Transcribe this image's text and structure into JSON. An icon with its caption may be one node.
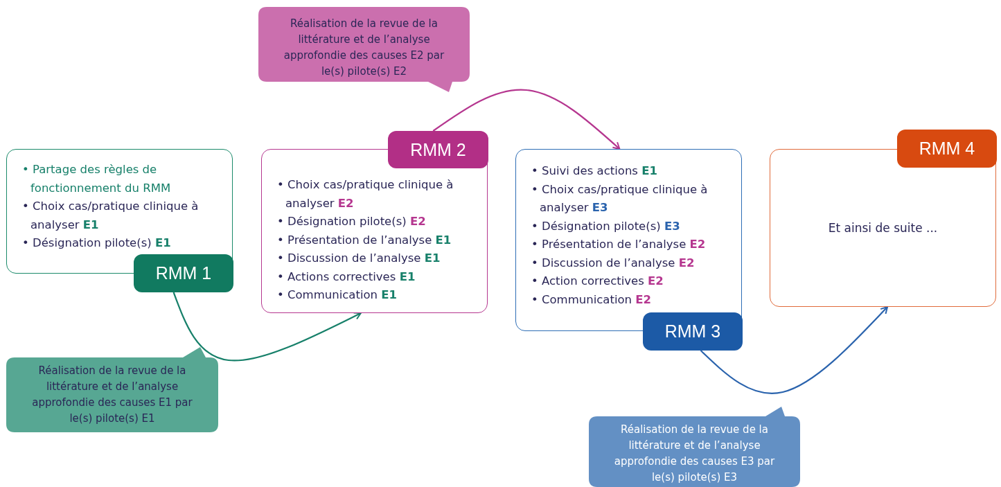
{
  "diagram": {
    "nodes": [
      {
        "text": [
          "Réalisation de la revue de la littérature et de l’analyse approfondie des causes E2 par le(s) pilote(s) E2"
        ]
      },
      {
        "text": [
          "• Partage des règles de fonctionnement du RMM",
          "• Choix cas/pratique clinique à analyser E1",
          "• Désignation pilote(s) E1"
        ]
      },
      {
        "text": [
          "RMM 1"
        ]
      },
      {
        "text": [
          "• Choix cas/pratique clinique à analyser E2",
          "• Désignation pilote(s) E2",
          "• Présentation de l’analyse E1",
          "• Discussion de l’analyse E1",
          "• Actions correctives E1",
          "• Communication E1"
        ]
      },
      {
        "text": [
          "RMM 2"
        ]
      },
      {
        "text": [
          "• Suivi des actions E1",
          "• Choix cas/pratique clinique à analyser E3",
          "• Désignation pilote(s) E3",
          "• Présentation de l’analyse E2",
          "• Discussion de l’analyse E2",
          "• Action correctives E2",
          "• Communication E2"
        ]
      },
      {
        "text": [
          "RMM 3"
        ]
      },
      {
        "text": [
          "Et ainsi de suite ..."
        ]
      },
      {
        "text": [
          "RMM 4"
        ]
      },
      {
        "text": [
          "Réalisation de la revue de la littérature et de l’analyse approfondie des causes E1 par le(s) pilote(s) E1"
        ]
      },
      {
        "text": [
          "Réalisation de la revue de la littérature et de l’analyse approfondie des causes E3 par le(s) pilote(s) E3"
        ]
      }
    ],
    "edges": [
      {
        "from": 2,
        "to": 3,
        "arrow": "to",
        "color": "#17806a"
      },
      {
        "from": 4,
        "to": 5,
        "arrow": "to",
        "color": "#b5368f"
      },
      {
        "from": 6,
        "to": 7,
        "arrow": "to",
        "color": "#2a63ad"
      }
    ]
  }
}
